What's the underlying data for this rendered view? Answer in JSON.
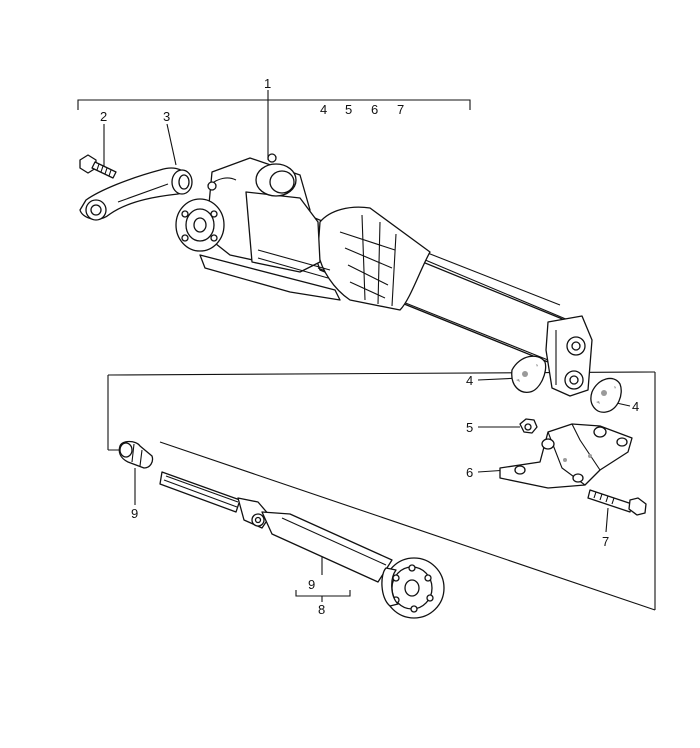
{
  "callouts": {
    "c1": "1",
    "c2": "2",
    "c3": "3",
    "c4a": "4",
    "c5a": "5",
    "c6a": "6",
    "c7a": "7",
    "c4_left": "4",
    "c4_right": "4",
    "c5": "5",
    "c6": "6",
    "c7": "7",
    "c9_left": "9",
    "c9_shaft": "9",
    "c8": "8"
  }
}
